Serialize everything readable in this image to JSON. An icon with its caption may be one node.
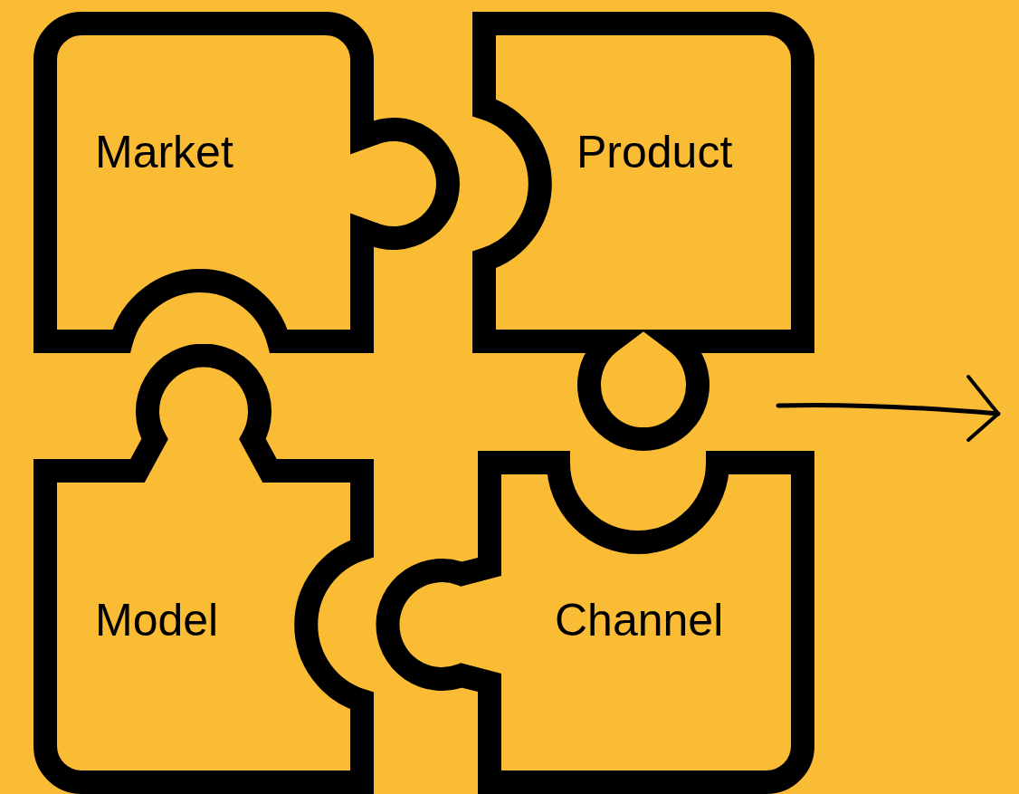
{
  "diagram": {
    "nodes": [
      {
        "text": [
          "Market"
        ]
      },
      {
        "text": [
          "Product"
        ]
      },
      {
        "text": [
          "Model"
        ]
      },
      {
        "text": [
          "Channel"
        ]
      }
    ]
  }
}
